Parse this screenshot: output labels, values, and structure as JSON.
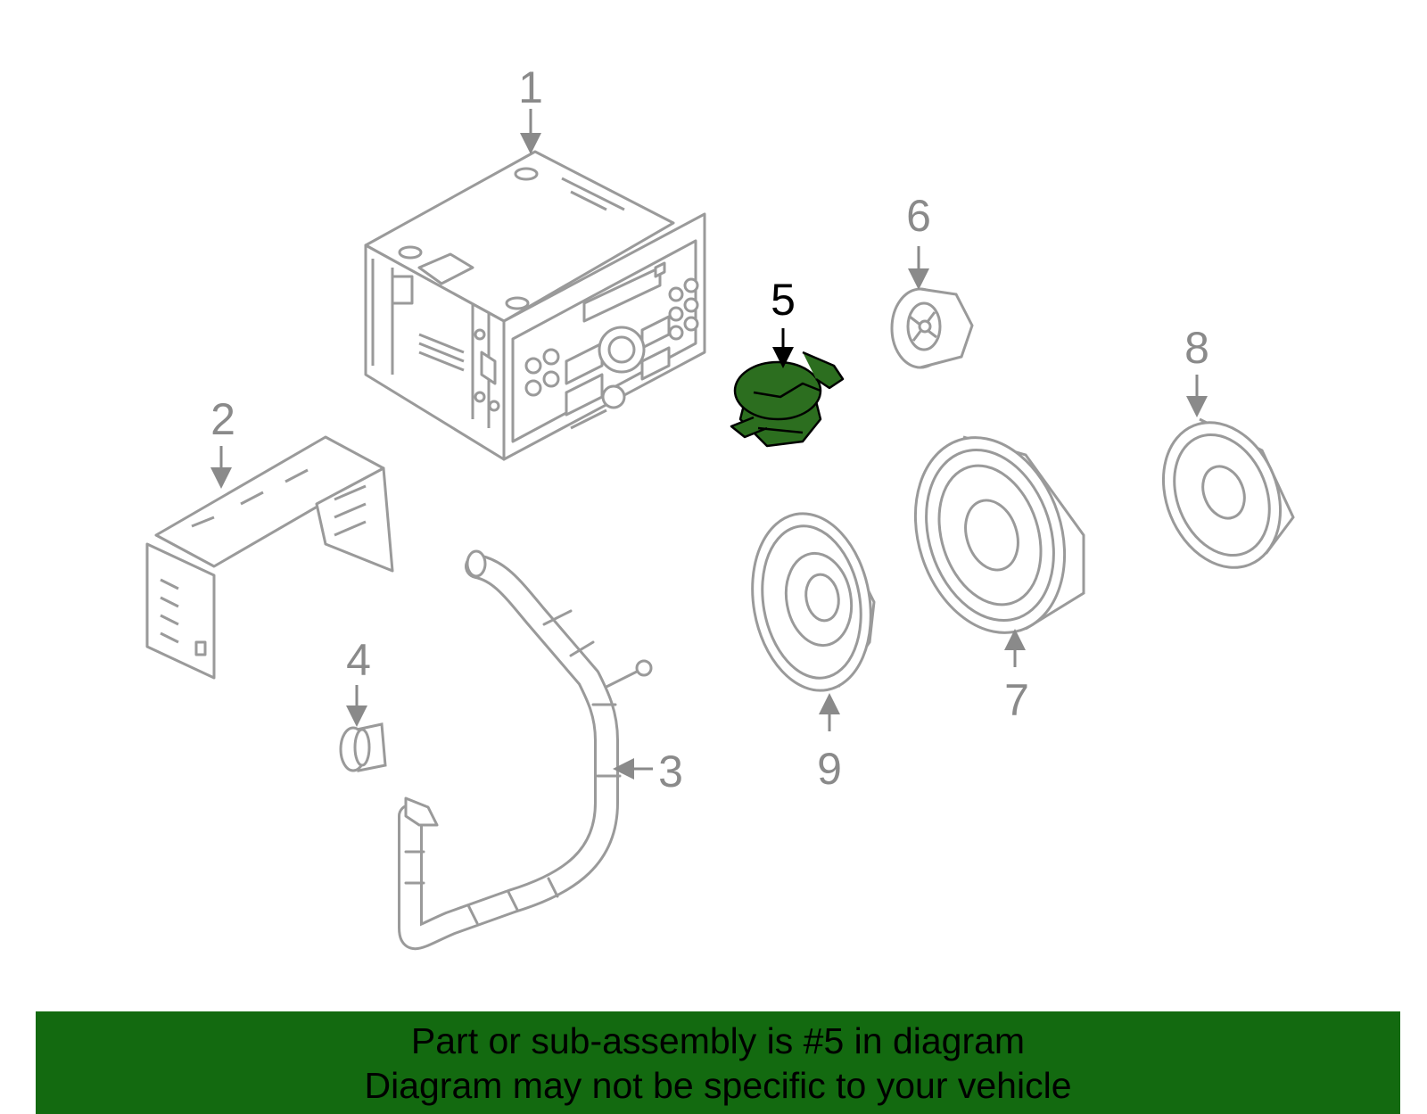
{
  "callouts": [
    {
      "number": "1"
    },
    {
      "number": "2"
    },
    {
      "number": "3"
    },
    {
      "number": "4"
    },
    {
      "number": "5"
    },
    {
      "number": "6"
    },
    {
      "number": "7"
    },
    {
      "number": "8"
    },
    {
      "number": "9"
    }
  ],
  "highlight": {
    "part_number": "5",
    "fill_color": "#2c6e1f",
    "callout_color": "#000000"
  },
  "line_color": "#9a9a9a",
  "banner": {
    "line1": "Part or sub-assembly is #5 in diagram",
    "line2": "Diagram may not be specific to your vehicle",
    "background_color": "#136a10"
  }
}
